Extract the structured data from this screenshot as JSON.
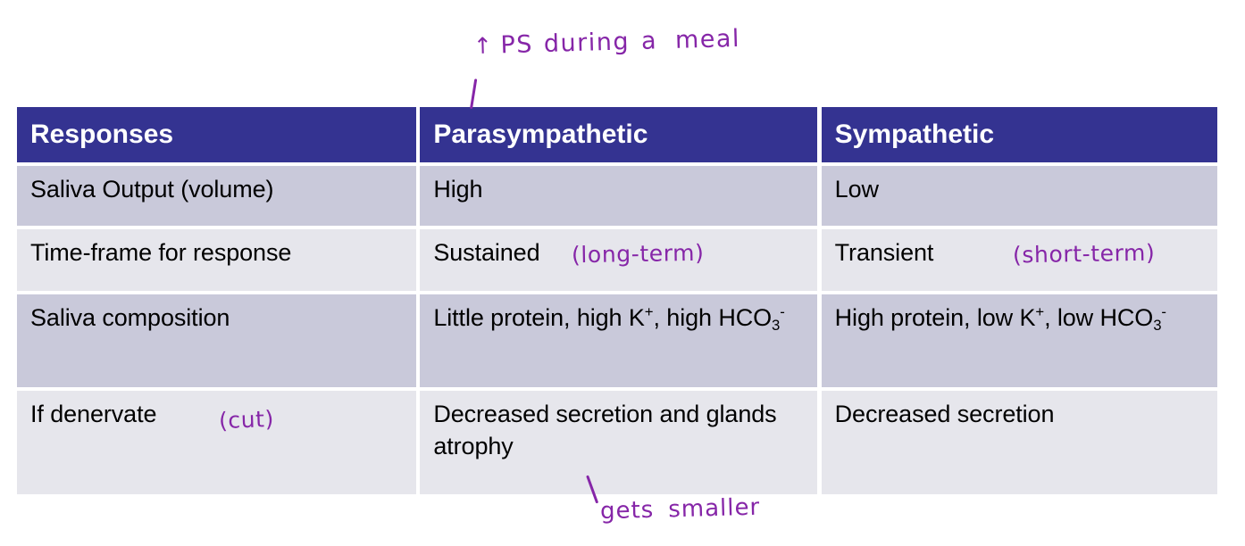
{
  "slide": {
    "background_color": "#ffffff",
    "accent_color": "#343391",
    "annotation_color": "#8626a8",
    "row_shade_dark": "#c9c9da",
    "row_shade_light": "#e6e6ec"
  },
  "table": {
    "headers": [
      "Responses",
      "Parasympathetic",
      "Sympathetic"
    ],
    "rows": [
      {
        "response": "Saliva Output (volume)",
        "parasympathetic": "High",
        "sympathetic": "Low"
      },
      {
        "response": "Time-frame for response",
        "parasympathetic": "Sustained",
        "sympathetic": "Transient"
      },
      {
        "response": "Saliva composition",
        "parasympathetic_parts": {
          "a": "Little protein, high K",
          "a_sup": "+",
          "b": ", high HCO",
          "b_sub": "3",
          "b_sup": "-"
        },
        "sympathetic_parts": {
          "a": "High protein, low K",
          "a_sup": "+",
          "b": ", low HCO",
          "b_sub": "3",
          "b_sup": "-"
        }
      },
      {
        "response": "If denervate",
        "parasympathetic": "Decreased secretion and glands atrophy",
        "sympathetic": "Decreased secretion"
      }
    ]
  },
  "annotations": {
    "title": {
      "arrow": "↑",
      "word1": "PS",
      "word2": "during",
      "word3": "a",
      "word4": "meal",
      "full_text": "↑ PS during a meal"
    },
    "long_term": "(long-term)",
    "short_term": "(short-term)",
    "cut": "(cut)",
    "gets_smaller_word1": "gets",
    "gets_smaller_word2": "smaller",
    "gets_smaller_full": "gets smaller"
  }
}
